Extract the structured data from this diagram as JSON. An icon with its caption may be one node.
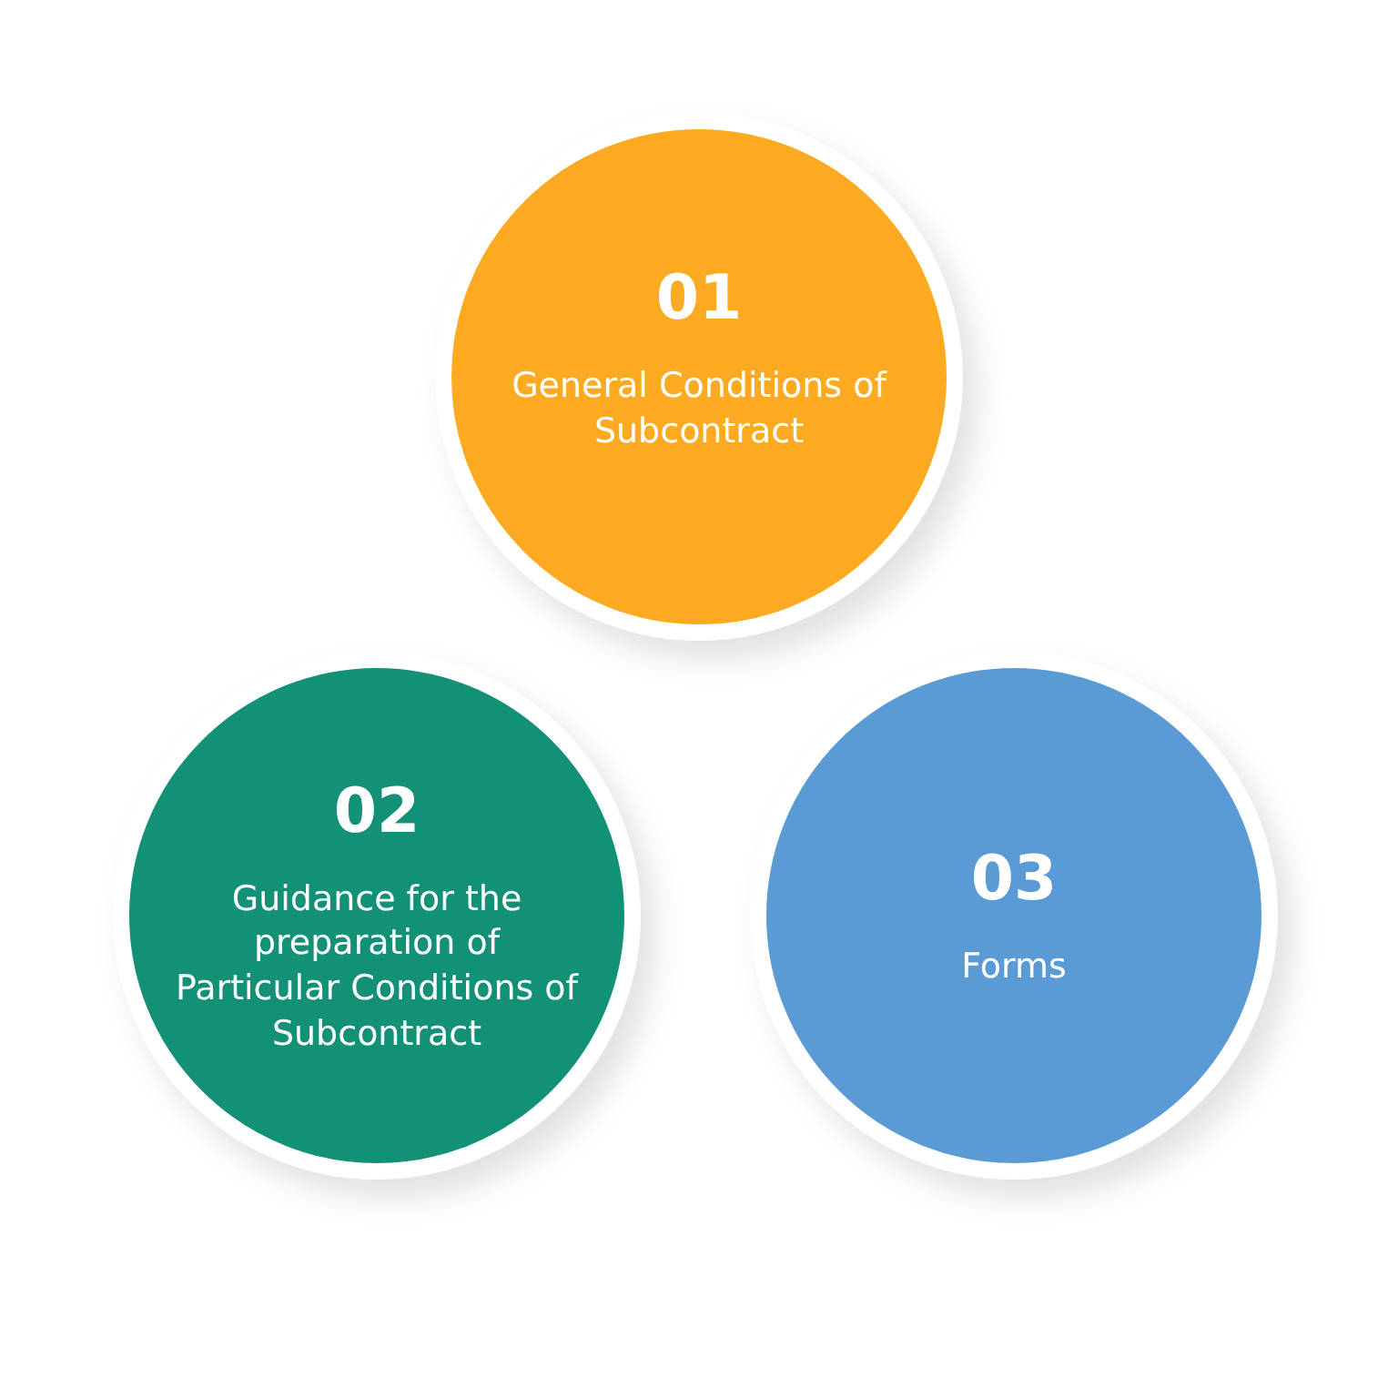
{
  "diagram": {
    "nodes": [
      {
        "text": [
          "01",
          "General Conditions of Subcontract"
        ]
      },
      {
        "text": [
          "02",
          "Guidance for the preparation of Particular Conditions of Subcontract"
        ]
      },
      {
        "text": [
          "03",
          "Forms"
        ]
      }
    ]
  }
}
